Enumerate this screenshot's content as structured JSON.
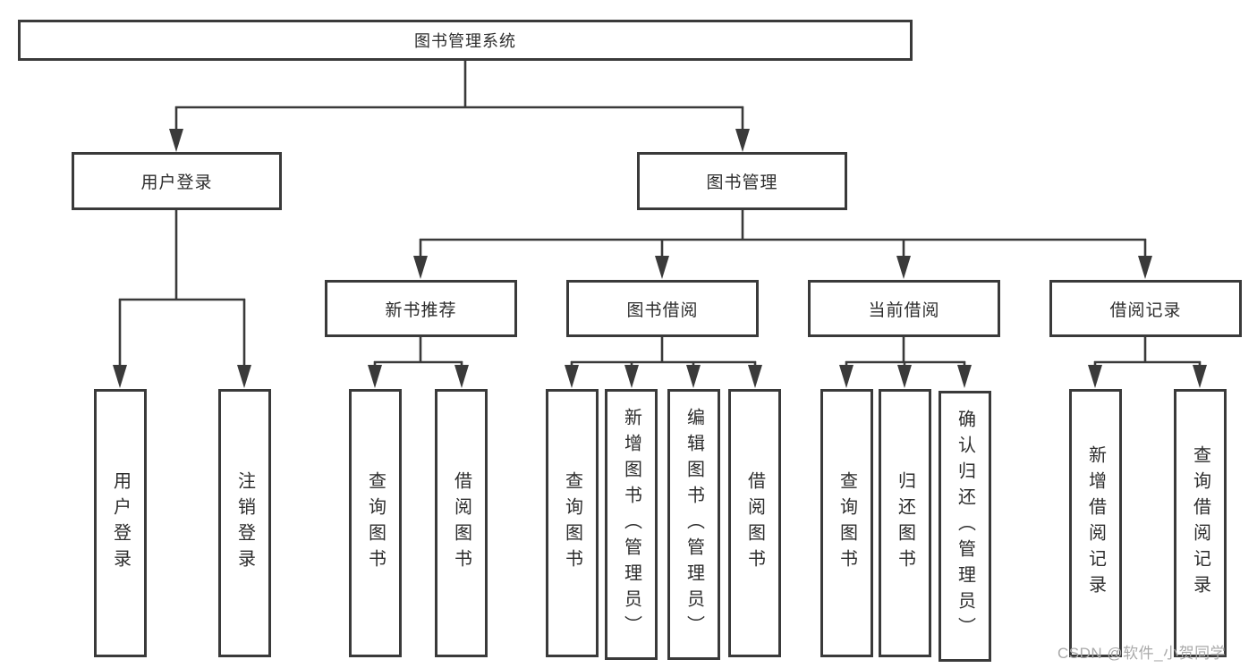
{
  "nodes": {
    "root": "图书管理系统",
    "user_login": "用户登录",
    "book_management": "图书管理",
    "new_book_recommend": "新书推荐",
    "book_borrowing": "图书借阅",
    "current_borrowing": "当前借阅",
    "borrowing_records": "借阅记录",
    "leaves": {
      "user_login_leaf": "用户登录",
      "logout": "注销登录",
      "query_books_a": "查询图书",
      "borrow_books_a": "借阅图书",
      "query_books_b": "查询图书",
      "add_books_admin": "新增图书（管理员）",
      "edit_books_admin": "编辑图书（管理员）",
      "borrow_books_b": "借阅图书",
      "query_books_c": "查询图书",
      "return_books": "归还图书",
      "confirm_return_admin": "确认归还（管理员）",
      "add_borrow_record": "新增借阅记录",
      "query_borrow_record": "查询借阅记录"
    }
  },
  "watermark": "CSDN @软件_小贺同学",
  "colors": {
    "line": "#3a3a3a",
    "text": "#2d2d2d",
    "watermark": "#a9a9a9",
    "background": "#ffffff"
  }
}
